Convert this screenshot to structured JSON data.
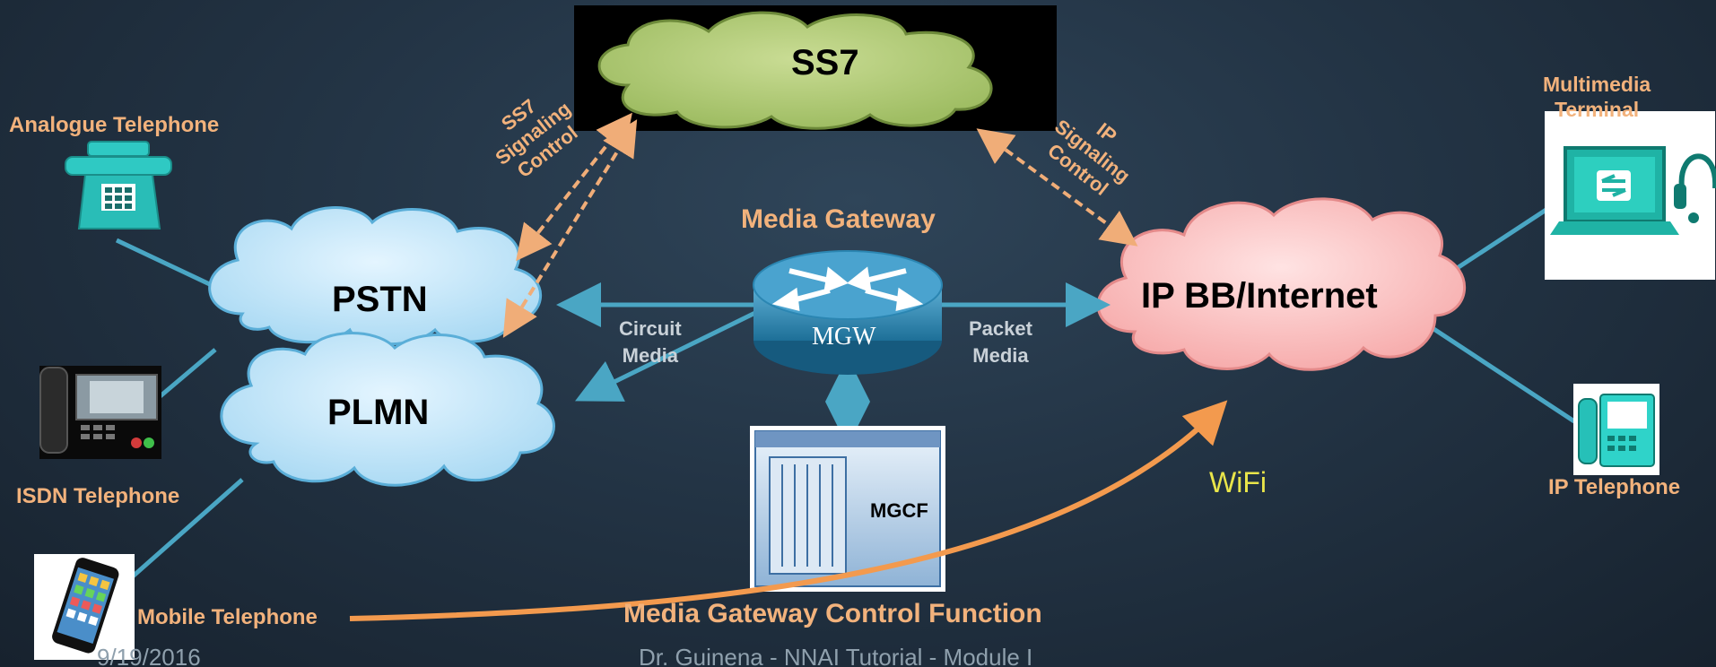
{
  "title_cloud": "SS7",
  "networks": {
    "pstn": "PSTN",
    "plmn": "PLMN",
    "ip": "IP BB/Internet"
  },
  "gateway": {
    "title": "Media Gateway",
    "router_label": "MGW",
    "mgcf_label": "MGCF",
    "mgcf_caption": "Media Gateway Control Function"
  },
  "links": {
    "ss7_signaling": [
      "SS7",
      "Signaling",
      "Control"
    ],
    "ip_signaling": [
      "IP",
      "Signaling",
      "Control"
    ],
    "circuit_media": [
      "Circuit",
      "Media"
    ],
    "packet_media": [
      "Packet",
      "Media"
    ],
    "wifi": "WiFi"
  },
  "terminals": {
    "analogue": "Analogue Telephone",
    "isdn": "ISDN Telephone",
    "mobile": "Mobile Telephone",
    "multimedia": [
      "Multimedia",
      "Terminal"
    ],
    "ip_phone": "IP Telephone"
  },
  "footer": {
    "date": "9/19/2016",
    "center": "Dr. Guinena - NNAI Tutorial - Module I"
  },
  "colors": {
    "background": "#233445",
    "ss7_cloud": "#b6cf7e",
    "pstn_cloud": "#c7e8fa",
    "ip_cloud": "#fbc9c9",
    "link": "#4aa6c4",
    "signaling": "#f0ad78",
    "label": "#f2b27c"
  }
}
